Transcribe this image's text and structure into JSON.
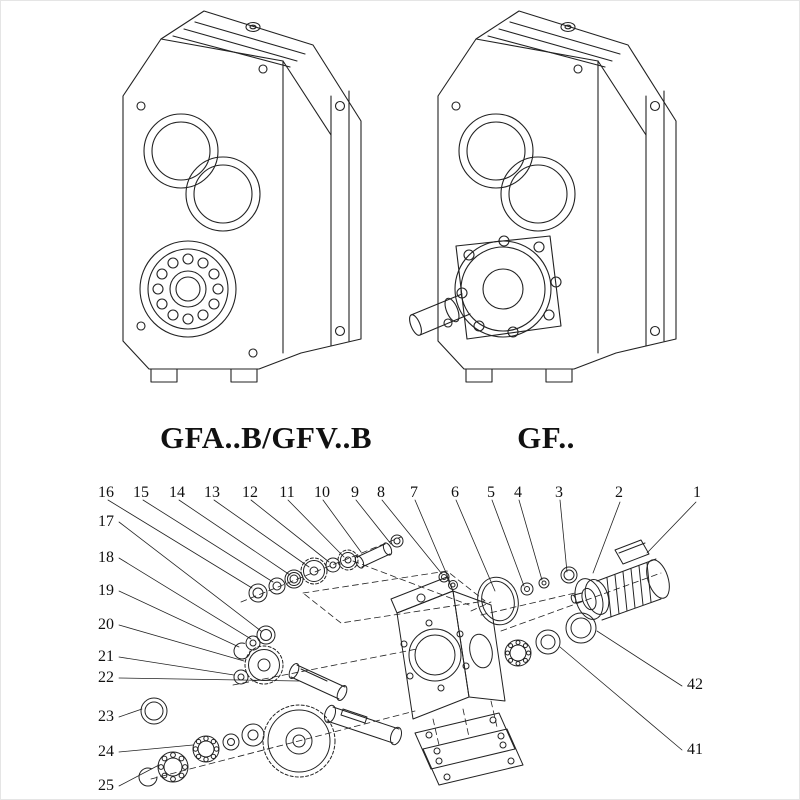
{
  "page": {
    "background": "#ffffff",
    "line_color": "#222222"
  },
  "models": {
    "left_label": "GFA..B/GFV..B",
    "right_label": "GF.."
  },
  "exploded": {
    "top_row": [
      "16",
      "15",
      "14",
      "13",
      "12",
      "11",
      "10",
      "9",
      "8",
      "7",
      "6",
      "5",
      "4",
      "3",
      "2",
      "1"
    ],
    "left_column": [
      "17",
      "18",
      "19",
      "20",
      "21",
      "22",
      "23",
      "24",
      "25"
    ],
    "right_column": [
      "42",
      "41"
    ]
  }
}
